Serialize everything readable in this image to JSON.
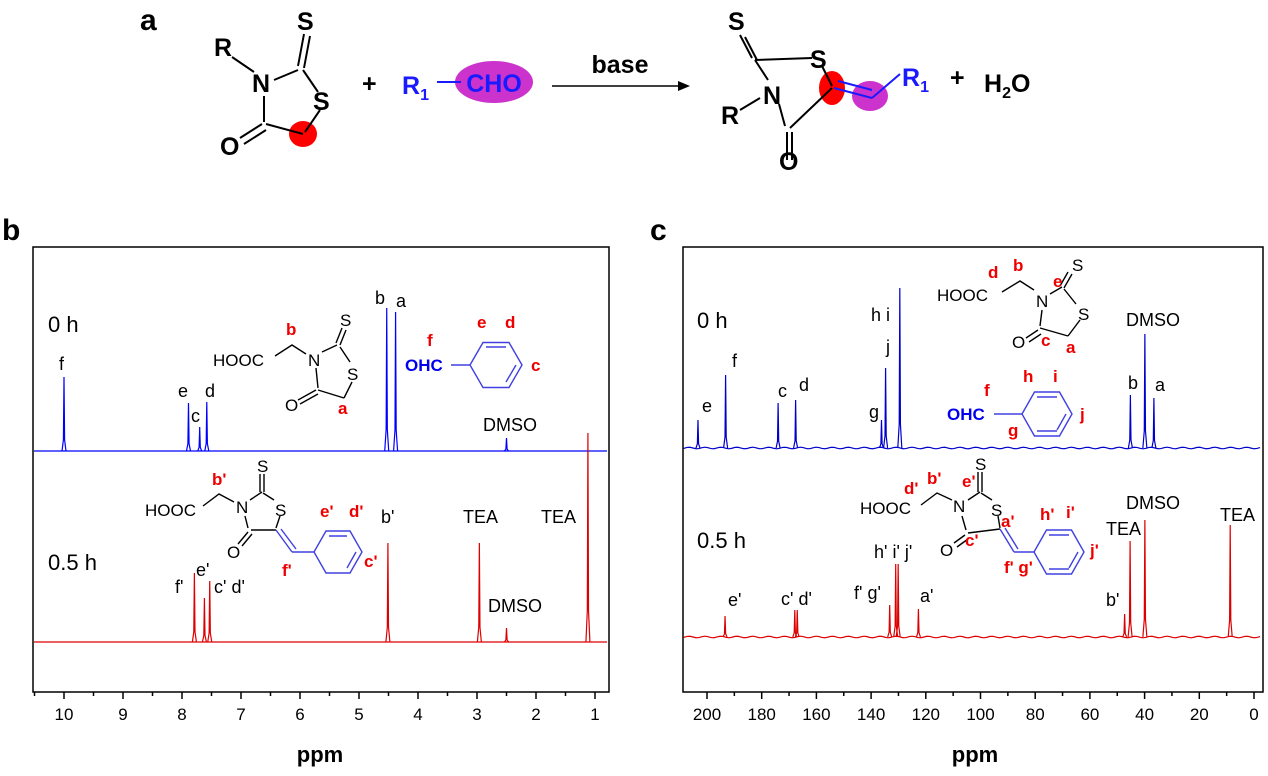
{
  "scheme": {
    "panel_label": "a",
    "reactant": {
      "R": "R",
      "N": "N",
      "S_thione": "S",
      "S_ring": "S",
      "O": "O"
    },
    "plus_1": "+",
    "aldehyde": {
      "R": "R",
      "R_sub": "1",
      "CHO": "CHO"
    },
    "arrow_label": "base",
    "product": {
      "R": "R",
      "N": "N",
      "S_thione": "S",
      "S_ring": "S",
      "O": "O",
      "R1": "R",
      "R1_sub": "1"
    },
    "plus_2": "+",
    "water": {
      "H": "H",
      "H_sub": "2",
      "O": "O"
    },
    "colors": {
      "alpha_carbon": "#ff0000",
      "aldehyde": "#cc33cc",
      "blue_text": "#1a1aff"
    }
  },
  "structures": {
    "b_reactant": {
      "HOOC": "HOOC",
      "N": "N",
      "S1": "S",
      "S2": "S",
      "O": "O",
      "lbl_b": "b",
      "lbl_a": "a"
    },
    "b_aldehyde": {
      "OHC": "OHC",
      "lbl_f": "f",
      "lbl_e": "e",
      "lbl_d": "d",
      "lbl_c": "c"
    },
    "b_product": {
      "HOOC": "HOOC",
      "N": "N",
      "S1": "S",
      "S2": "S",
      "O": "O",
      "lbl_b": "b'",
      "lbl_f": "f'",
      "lbl_e": "e'",
      "lbl_d": "d'",
      "lbl_c": "c'"
    },
    "c_reactant": {
      "HOOC": "HOOC",
      "N": "N",
      "S1": "S",
      "S2": "S",
      "O": "O",
      "lbl_d": "d",
      "lbl_b": "b",
      "lbl_e": "e",
      "lbl_c": "c",
      "lbl_a": "a"
    },
    "c_aldehyde": {
      "OHC": "OHC",
      "lbl_f": "f",
      "lbl_h": "h",
      "lbl_i": "i",
      "lbl_j": "j",
      "lbl_g": "g"
    },
    "c_product": {
      "HOOC": "HOOC",
      "N": "N",
      "S1": "S",
      "S2": "S",
      "O": "O",
      "lbl_d": "d'",
      "lbl_b": "b'",
      "lbl_e": "e'",
      "lbl_a": "a'",
      "lbl_c": "c'",
      "lbl_fg": "f' g'",
      "lbl_h": "h'",
      "lbl_i": "i'",
      "lbl_j": "j'"
    }
  },
  "chart_data": [
    {
      "panel_label": "b",
      "type": "line",
      "title": "",
      "xlabel": "ppm",
      "ylabel": "",
      "xlim": [
        10.5,
        0.8
      ],
      "x_reversed": true,
      "xticks": [
        10,
        9,
        8,
        7,
        6,
        5,
        4,
        3,
        2,
        1
      ],
      "minor_tick_step": 0.5,
      "grid": false,
      "series": [
        {
          "name": "0 h",
          "color": "#0000ff",
          "peaks": [
            {
              "ppm": 10.0,
              "intensity": 0.74
            },
            {
              "ppm": 7.89,
              "intensity": 0.48
            },
            {
              "ppm": 7.7,
              "intensity": 0.24
            },
            {
              "ppm": 7.58,
              "intensity": 0.49
            },
            {
              "ppm": 4.53,
              "intensity": 1.43
            },
            {
              "ppm": 4.38,
              "intensity": 1.39
            },
            {
              "ppm": 2.5,
              "intensity": 0.13
            }
          ],
          "peak_labels": [
            "f",
            "e",
            "c",
            "d",
            "b",
            "a",
            "DMSO"
          ]
        },
        {
          "name": "0.5 h",
          "color": "#dd0000",
          "peaks": [
            {
              "ppm": 7.79,
              "intensity": 0.69
            },
            {
              "ppm": 7.62,
              "intensity": 0.44
            },
            {
              "ppm": 7.53,
              "intensity": 0.61
            },
            {
              "ppm": 4.51,
              "intensity": 0.99
            },
            {
              "ppm": 2.96,
              "intensity": 0.99
            },
            {
              "ppm": 2.5,
              "intensity": 0.14
            },
            {
              "ppm": 1.12,
              "intensity": 2.09
            }
          ],
          "peak_labels": [
            "f'",
            "e'",
            "c' d'",
            "b'",
            "TEA",
            "DMSO",
            "TEA"
          ]
        }
      ]
    },
    {
      "panel_label": "c",
      "type": "line",
      "title": "",
      "xlabel": "ppm",
      "ylabel": "",
      "xlim": [
        209,
        -3
      ],
      "x_reversed": true,
      "xticks": [
        200,
        180,
        160,
        140,
        120,
        100,
        80,
        60,
        40,
        20,
        0
      ],
      "minor_tick_step": 10,
      "grid": false,
      "series": [
        {
          "name": "0 h",
          "color": "#0000cc",
          "peaks": [
            {
              "ppm": 203.3,
              "intensity": 0.28
            },
            {
              "ppm": 193.2,
              "intensity": 0.73
            },
            {
              "ppm": 174.0,
              "intensity": 0.45
            },
            {
              "ppm": 167.6,
              "intensity": 0.48
            },
            {
              "ppm": 136.2,
              "intensity": 0.28
            },
            {
              "ppm": 134.7,
              "intensity": 0.8
            },
            {
              "ppm": 129.5,
              "intensity": 1.6
            },
            {
              "ppm": 45.2,
              "intensity": 0.53
            },
            {
              "ppm": 39.9,
              "intensity": 1.14
            },
            {
              "ppm": 36.6,
              "intensity": 0.5
            }
          ],
          "peak_labels": [
            "e",
            "f",
            "c",
            "d",
            "g",
            "j",
            "h i",
            "b",
            "DMSO",
            "a"
          ]
        },
        {
          "name": "0.5 h",
          "color": "#dd0000",
          "peaks": [
            {
              "ppm": 193.4,
              "intensity": 0.21
            },
            {
              "ppm": 167.9,
              "intensity": 0.27
            },
            {
              "ppm": 167.0,
              "intensity": 0.27
            },
            {
              "ppm": 133.2,
              "intensity": 0.32
            },
            {
              "ppm": 131.0,
              "intensity": 0.73
            },
            {
              "ppm": 130.1,
              "intensity": 0.73
            },
            {
              "ppm": 122.7,
              "intensity": 0.28
            },
            {
              "ppm": 47.3,
              "intensity": 0.23
            },
            {
              "ppm": 45.3,
              "intensity": 0.96
            },
            {
              "ppm": 39.9,
              "intensity": 1.17
            },
            {
              "ppm": 8.7,
              "intensity": 1.12
            }
          ],
          "peak_labels": [
            "e'",
            "c' d'",
            "f' g'",
            "h' i' j'",
            "a'",
            "b'",
            "TEA",
            "DMSO",
            "TEA"
          ]
        }
      ]
    }
  ]
}
